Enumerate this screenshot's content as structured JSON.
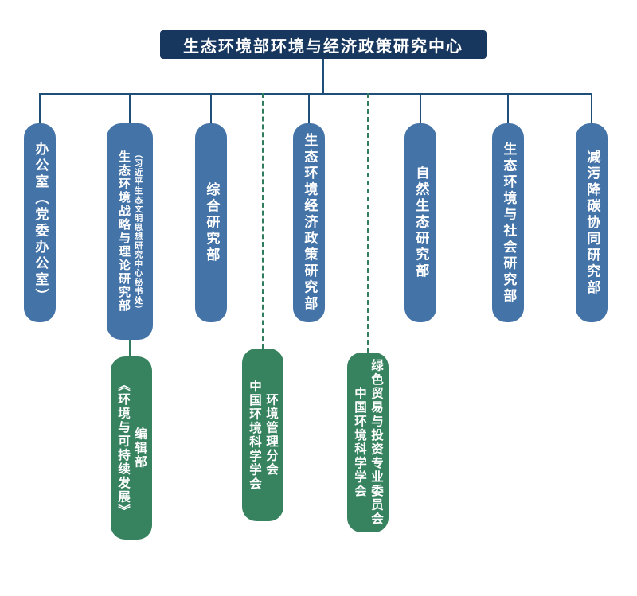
{
  "title": "生态环境部环境与经济政策研究中心",
  "departments": [
    {
      "label": "办公室（党委办公室）"
    },
    {
      "label": "生态环境战略与理论研究部",
      "sublabel": "（习近平生态文明思想研究中心秘书处）"
    },
    {
      "label": "综合研究部"
    },
    {
      "label": "生态环境经济政策研究部"
    },
    {
      "label": "自然生态研究部"
    },
    {
      "label": "生态环境与社会研究部"
    },
    {
      "label": "减污降碳协同研究部"
    }
  ],
  "affiliates": [
    {
      "label": "《环境与可持续发展》",
      "sublabel": "编辑部"
    },
    {
      "label": "中国环境科学学会",
      "sublabel": "环境管理分会"
    },
    {
      "label": "中国环境科学学会",
      "sublabel": "绿色贸易与投资专业委员会"
    }
  ],
  "colors": {
    "root_bg": "#17375e",
    "department_bg": "#4473a8",
    "affiliate_bg": "#37825f",
    "connector": "#1f4e79",
    "affiliate_connector": "#2f7d5c",
    "text": "#ffffff",
    "background": "#ffffff"
  }
}
